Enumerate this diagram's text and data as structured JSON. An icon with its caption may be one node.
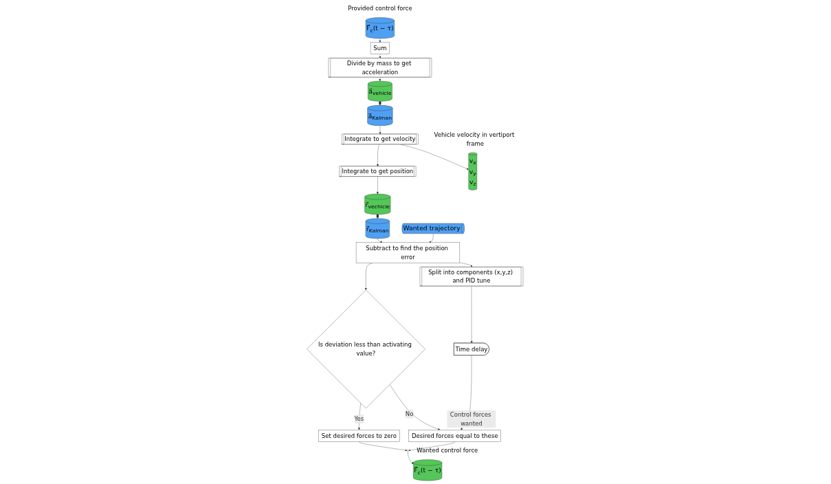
{
  "diagram": {
    "nodes": [
      {
        "text": [
          "r⃗$_{vechicle}$"
        ]
      },
      {
        "text": [
          "a⃗$_{Kalman}$"
        ]
      },
      {
        "text": [
          "a⃗$_{vehicle}$"
        ]
      },
      {
        "text": [
          "r⃗$_{Kalman}$"
        ]
      },
      {
        "text": [
          "Integrate to get position"
        ]
      },
      {
        "text": [
          "Integrate to get velocity"
        ]
      },
      {
        "text": [
          "Divide by mass to get acceleration"
        ]
      },
      {
        "text": [
          "Sum"
        ]
      },
      {
        "text": [
          "v$_{x}$",
          "v$_{y}$",
          "v$_{z}$"
        ],
        "beside": [
          "Vehicle velocity in vertiport frame"
        ]
      },
      {
        "text": [
          "Subtract to find the position error"
        ]
      },
      {
        "text": [
          "Wanted trajectory"
        ]
      },
      {
        "text": [
          "Is deviation less than activating value?"
        ]
      },
      {
        "text": [
          "Set desired forces to zero"
        ]
      },
      {
        "text": [
          "F⃗$_{c}$(t − τ)"
        ],
        "beside": [
          "Provided control force"
        ]
      },
      {
        "text": [
          "Split into components (x,y,z) and PID tune"
        ]
      },
      {
        "text": [
          "Time delay"
        ]
      },
      {
        "text": [
          "Desired forces equal to these"
        ]
      },
      {
        "text": [],
        "shape": "circle"
      },
      {
        "text": [
          "F⃗$_{c}$(t − τ)"
        ],
        "beside": [
          "Wanted control force"
        ]
      }
    ],
    "edges": [
      {
        "from": 2,
        "to": 1,
        "arrow": "to",
        "style": "thick"
      },
      {
        "from": 0,
        "to": 3,
        "arrow": "to",
        "style": "thick"
      },
      {
        "from": 1,
        "to": 5,
        "arrow": "to"
      },
      {
        "from": 5,
        "to": 4,
        "arrow": "to"
      },
      {
        "from": 4,
        "to": 0,
        "arrow": "to"
      },
      {
        "from": 7,
        "to": 6,
        "arrow": "to"
      },
      {
        "from": 6,
        "to": 2,
        "arrow": "to"
      },
      {
        "from": 13,
        "to": 7,
        "arrow": "to"
      },
      {
        "from": 5,
        "to": 8,
        "arrow": "to"
      },
      {
        "from": 3,
        "to": 9,
        "arrow": "to"
      },
      {
        "from": 10,
        "to": 9,
        "arrow": "to"
      },
      {
        "from": 9,
        "to": 11,
        "arrow": "to"
      },
      {
        "from": 9,
        "to": 14,
        "arrow": "to"
      },
      {
        "from": 11,
        "to": 12,
        "arrow": "to",
        "label": "Yes"
      },
      {
        "from": 11,
        "to": 16,
        "arrow": "to",
        "label": "No"
      },
      {
        "from": 14,
        "to": 15,
        "arrow": "to"
      },
      {
        "from": 15,
        "to": 16,
        "arrow": "to",
        "label": "Control forces wanted"
      },
      {
        "from": 12,
        "to": 17,
        "arrow": "to"
      },
      {
        "from": 16,
        "to": 17,
        "arrow": "to"
      },
      {
        "from": 17,
        "to": 18,
        "arrow": "to"
      }
    ]
  }
}
